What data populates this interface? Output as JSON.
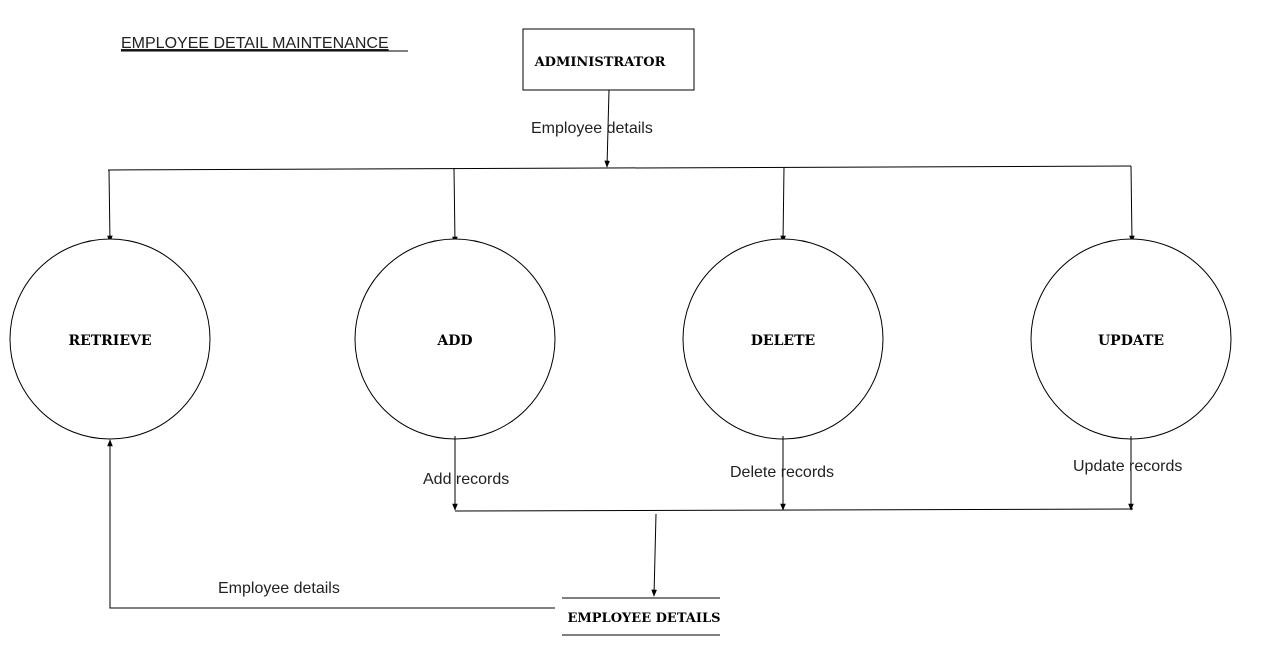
{
  "diagram": {
    "title": "EMPLOYEE DETAIL MAINTENANCE",
    "entities": {
      "administrator": "ADMINISTRATOR"
    },
    "processes": {
      "retrieve": "RETRIEVE",
      "add": "ADD",
      "delete": "DELETE",
      "update": "UPDATE"
    },
    "data_store": "EMPLOYEE DETAILS",
    "flows": {
      "admin_to_processes": "Employee details",
      "add_to_store": "Add records",
      "delete_to_store": "Delete records",
      "update_to_store": "Update records",
      "store_to_retrieve": "Employee details"
    }
  }
}
